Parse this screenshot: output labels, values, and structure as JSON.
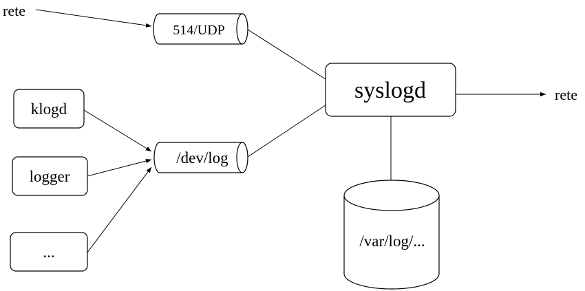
{
  "nodes": {
    "net_in": "rete",
    "net_out": "rete",
    "udp": "514/UDP",
    "devlog": "/dev/log",
    "syslogd": "syslogd",
    "klogd": "klogd",
    "logger": "logger",
    "other": "...",
    "varlog": "/var/log/..."
  },
  "colors": {
    "stroke": "#000000",
    "background": "#ffffff"
  }
}
